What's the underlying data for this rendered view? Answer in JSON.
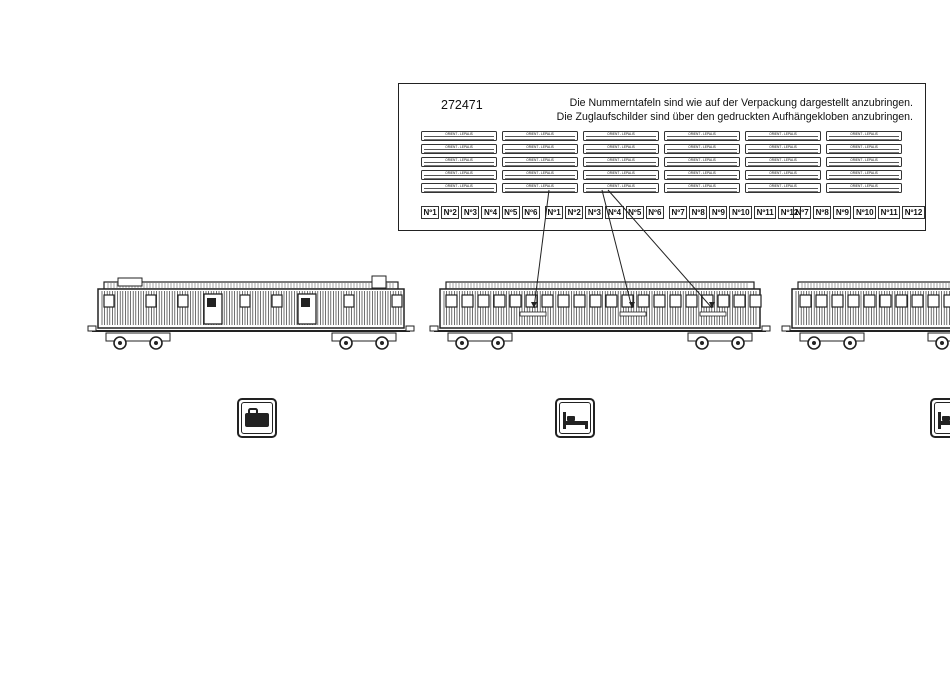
{
  "panel": {
    "code": "272471",
    "instructions": [
      "Die Nummerntafeln sind wie auf der Verpackung dargestellt anzubringen.",
      "Die Zuglaufschilder sind über den gedruckten Aufhängekloben anzubringen."
    ],
    "plate_text": "ORIENT - LEPALIS",
    "number_groups": [
      [
        "Nº1",
        "Nº2",
        "Nº3",
        "Nº4",
        "Nº5",
        "Nº6"
      ],
      [
        "Nº1",
        "Nº2",
        "Nº3",
        "Nº4",
        "Nº5",
        "Nº6"
      ],
      [
        "Nº7",
        "Nº8",
        "Nº9",
        "Nº10",
        "Nº11",
        "Nº12"
      ],
      [
        "Nº7",
        "Nº8",
        "Nº9",
        "Nº10",
        "Nº11",
        "Nº12"
      ]
    ]
  },
  "icons": [
    {
      "name": "luggage-icon"
    },
    {
      "name": "bed-icon"
    },
    {
      "name": "bed-icon"
    }
  ],
  "colors": {
    "line": "#222222",
    "background": "#ffffff"
  }
}
